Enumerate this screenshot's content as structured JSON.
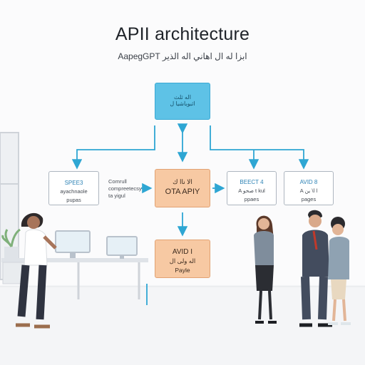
{
  "title": "APII architecture",
  "subtitle": "AapegGPT ابزا له ال اهاني اله الذير",
  "nodes": {
    "top": {
      "line1": "اله ثلث",
      "line2": "اثبوباشيا ل"
    },
    "left": {
      "line1": "SPEE3",
      "line2": "ayachnaole",
      "line3": "pupas"
    },
    "center": {
      "line1": "الا ناا ك",
      "line2": "OTA APIY"
    },
    "right1": {
      "line1": "BEECT 4",
      "line2": "A صحو t kul",
      "line3": "ppaes"
    },
    "right2": {
      "line1": "AVID 8",
      "line2": "A ا\\ ين l",
      "line3": "pages"
    },
    "bottom": {
      "line1": "AVID I",
      "line2": "اله ولى ال",
      "line3": "Payle"
    }
  },
  "side_note": {
    "line1": "Comrull",
    "line2": "compreetecsy",
    "line3": "ta yigul"
  },
  "colors": {
    "accent_blue": "#5ec2e6",
    "connector": "#2ea6d3",
    "peach": "#f7c9a3"
  }
}
